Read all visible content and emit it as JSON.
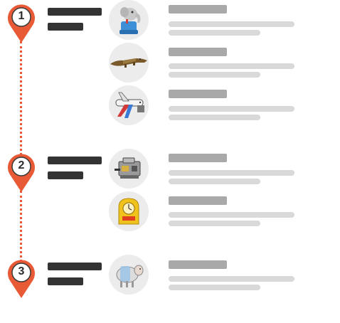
{
  "route": {
    "pin_color": "#e85a36",
    "pin_inner_color": "#ffffff",
    "line_color": "#e85a36"
  },
  "stops": [
    {
      "number": "1",
      "items": [
        {
          "icon": "elephant-ride-icon"
        },
        {
          "icon": "crocodile-figure-icon"
        },
        {
          "icon": "airplane-ride-icon"
        }
      ]
    },
    {
      "number": "2",
      "items": [
        {
          "icon": "coin-machine-icon"
        },
        {
          "icon": "yellow-clock-sign-icon"
        }
      ]
    },
    {
      "number": "3",
      "items": [
        {
          "icon": "sheep-figure-icon"
        }
      ]
    }
  ]
}
